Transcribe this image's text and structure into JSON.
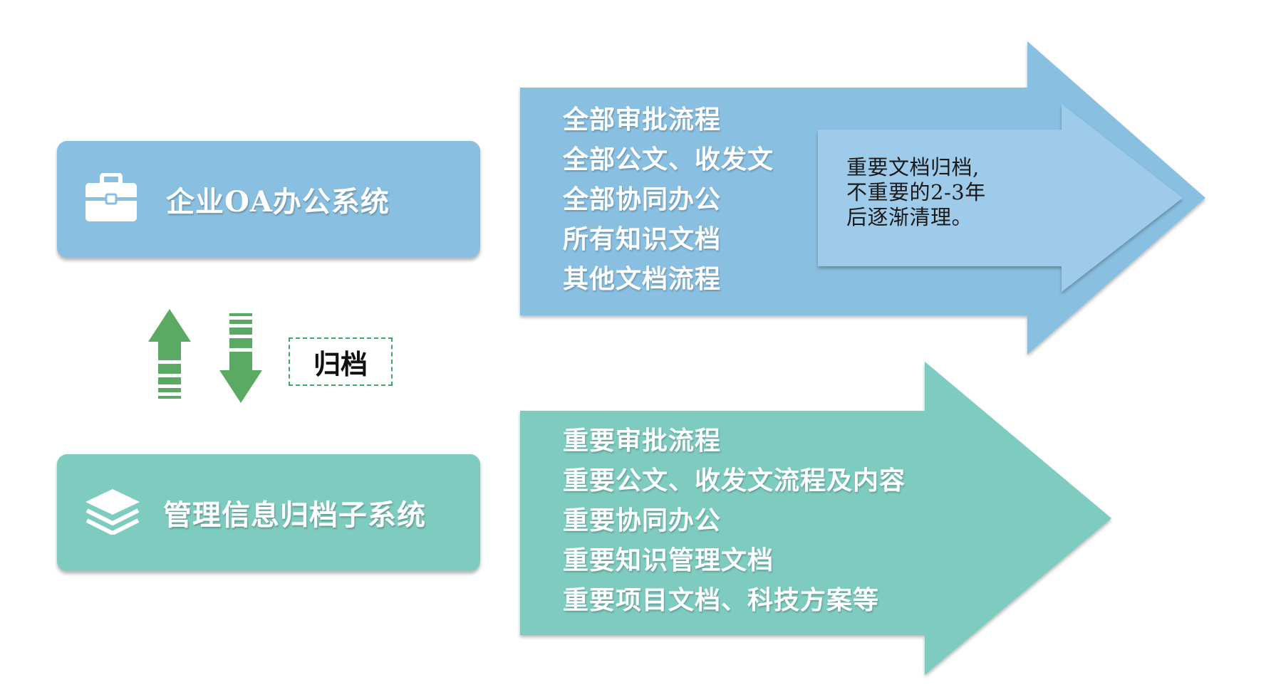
{
  "oa_box": {
    "label": "企业OA办公系统",
    "icon": "briefcase-icon",
    "color": "#89bfe0"
  },
  "archive_box": {
    "label": "管理信息归档子系统",
    "icon": "layers-icon",
    "color": "#7ecbc0"
  },
  "archive_link": {
    "label": "归档",
    "up_icon": "arrow-up-icon",
    "down_icon": "arrow-down-icon",
    "color": "#5aaa63"
  },
  "blue_arrow": {
    "color": "#89bfe0",
    "items": [
      "全部审批流程",
      "全部公文、收发文",
      "全部协同办公",
      "所有知识文档",
      "其他文档流程"
    ],
    "note_lines": [
      "重要文档归档,",
      "不重要的2-3年",
      "后逐渐清理。"
    ]
  },
  "teal_arrow": {
    "color": "#7ecbc0",
    "items": [
      "重要审批流程",
      "重要公文、收发文流程及内容",
      "重要协同办公",
      "重要知识管理文档",
      "重要项目文档、科技方案等"
    ]
  }
}
